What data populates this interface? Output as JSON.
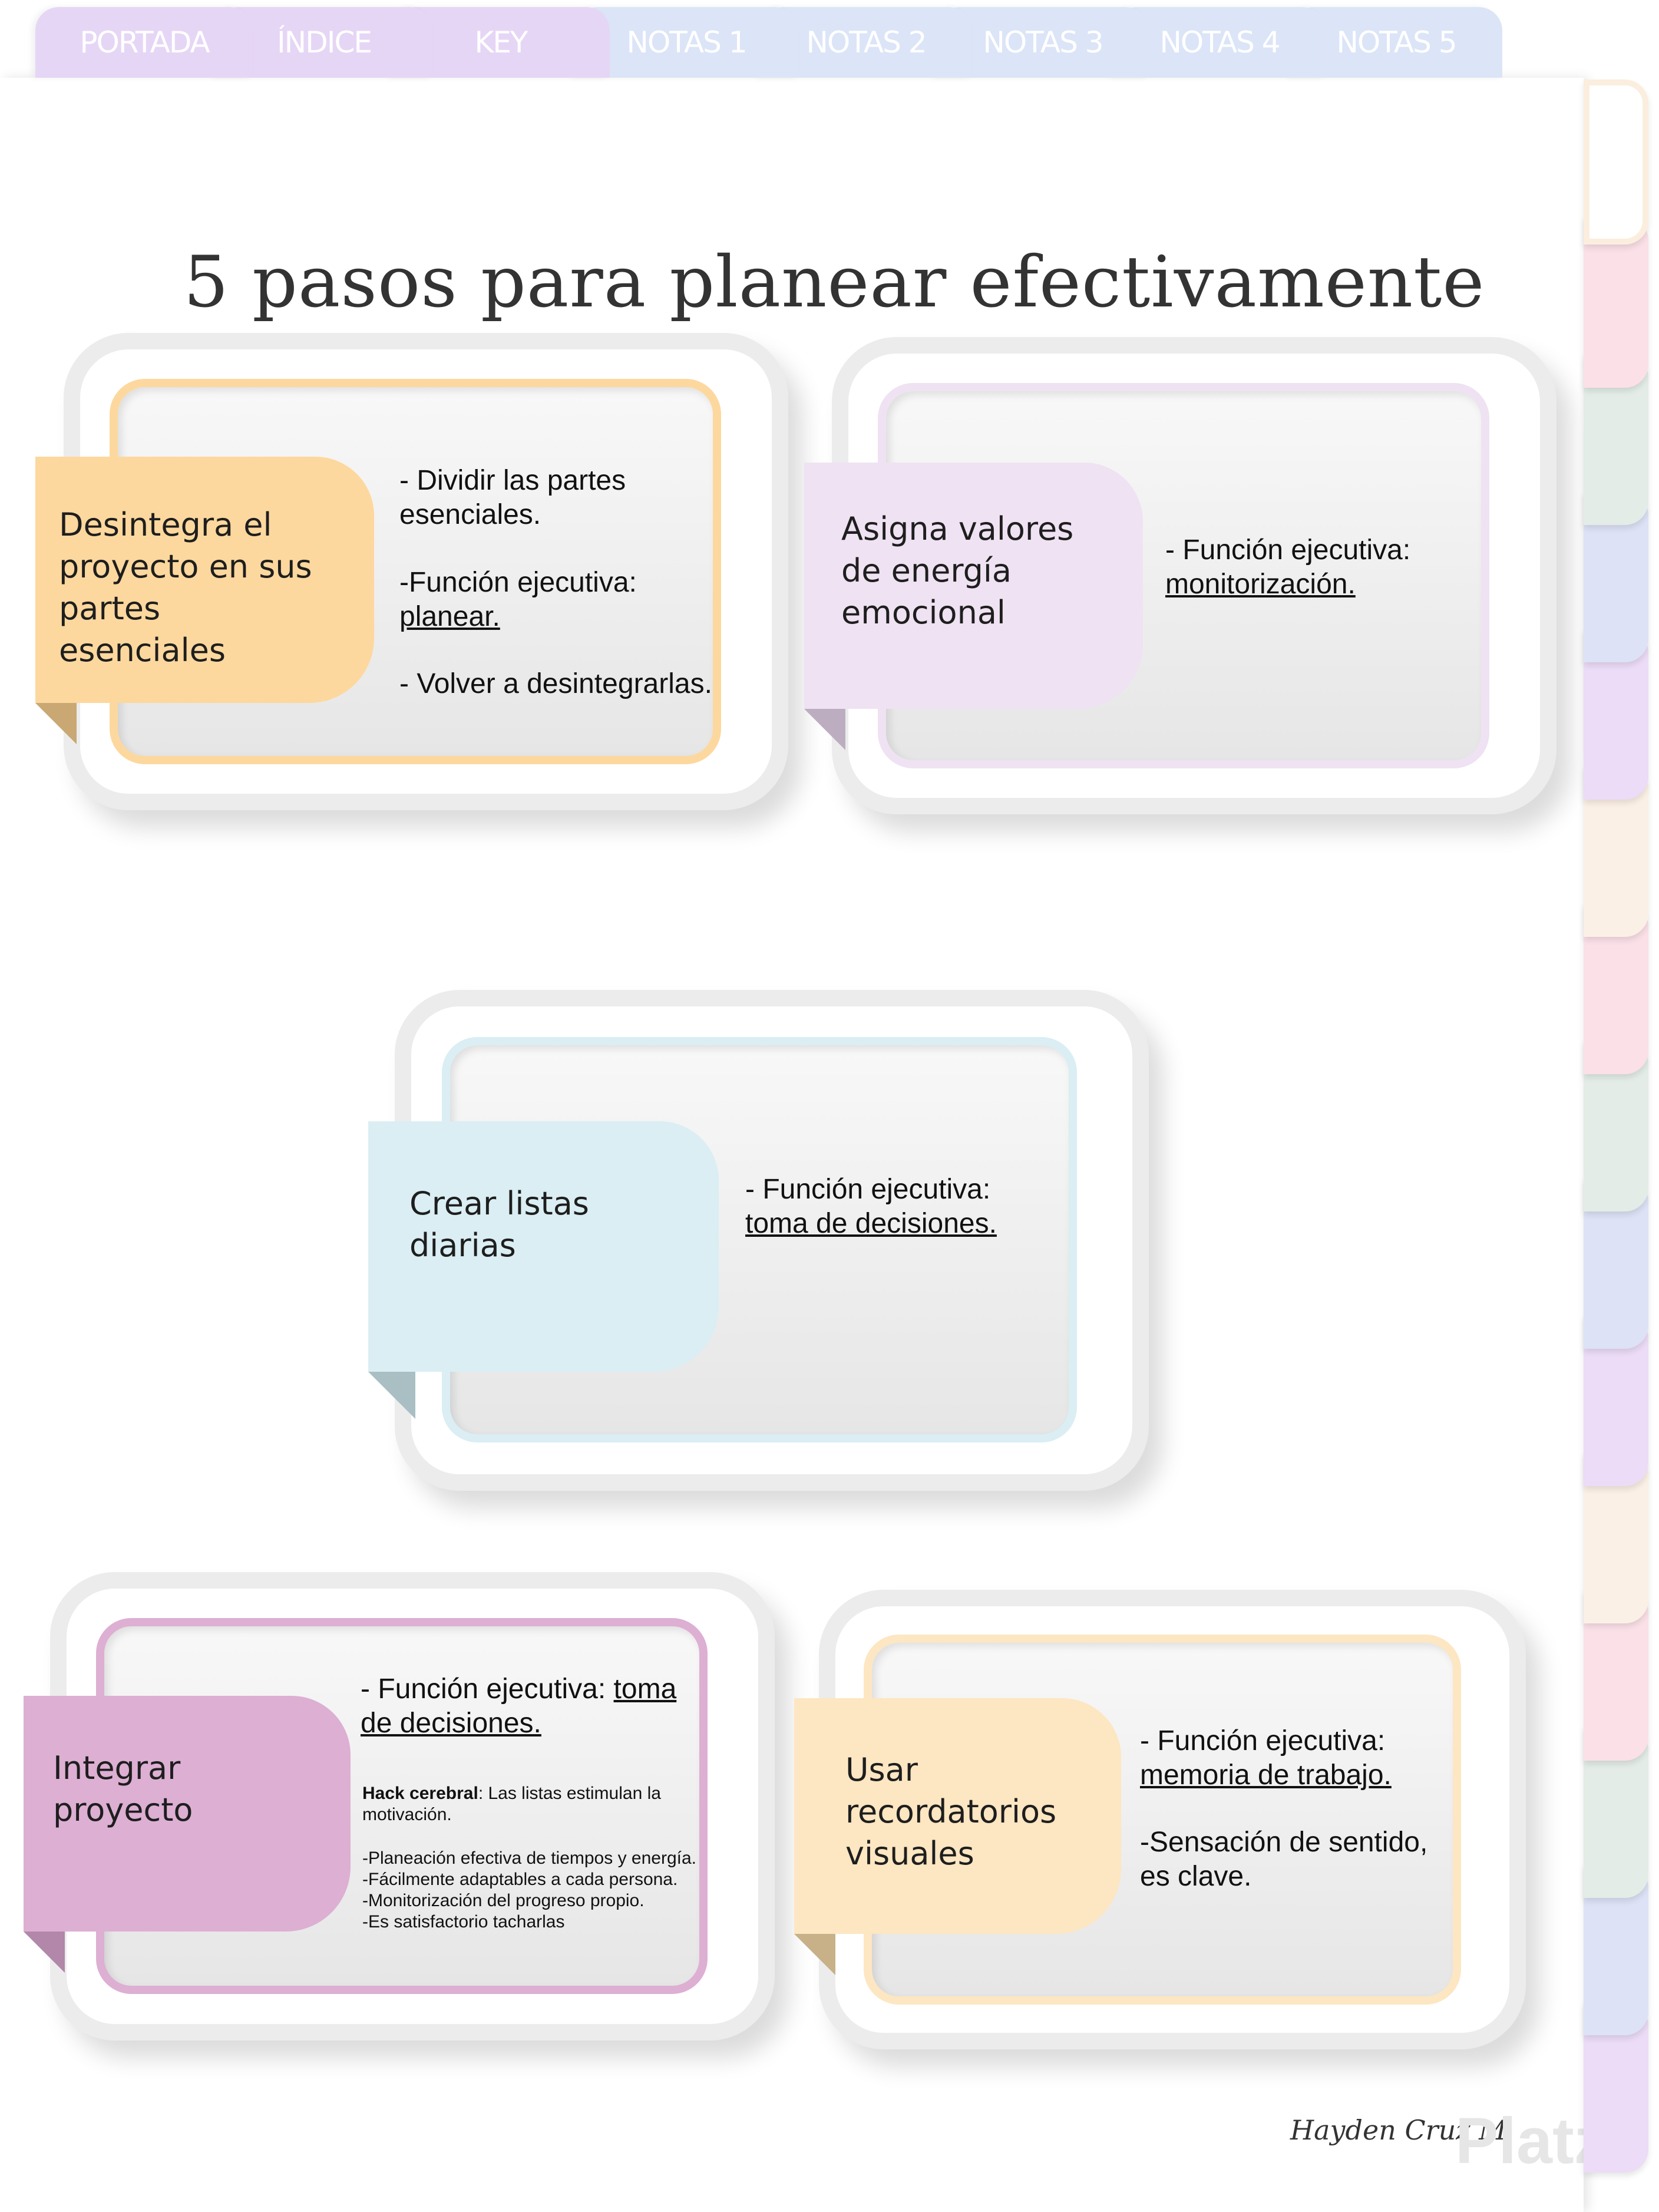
{
  "tabs": [
    {
      "label": "PORTADA",
      "color": "#e6d6f5"
    },
    {
      "label": "ÍNDICE",
      "color": "#e6d6f5"
    },
    {
      "label": "KEY",
      "color": "#e6d6f5"
    },
    {
      "label": "NOTAS 1",
      "color": "#dce5f7"
    },
    {
      "label": "NOTAS 2",
      "color": "#dce5f7"
    },
    {
      "label": "NOTAS 3",
      "color": "#dce5f7"
    },
    {
      "label": "NOTAS 4",
      "color": "#dce5f7"
    },
    {
      "label": "NOTAS 5",
      "color": "#dce5f7"
    }
  ],
  "side_tab_colors": [
    "#ffffff",
    "#fbe0e8",
    "#e3ece6",
    "#dde2f6",
    "#ecdcf7",
    "#fbf0e6",
    "#fbe0e8",
    "#e3ece6",
    "#dde2f6",
    "#ecdcf7",
    "#fbf0e6",
    "#fbe0e8",
    "#e3ece6",
    "#dde2f6",
    "#ecdcf7"
  ],
  "title": "5 pasos para planear efectivamente",
  "cards": {
    "c1": {
      "heading": "Desintegra el\nproyecto en sus\npartes\nesenciales",
      "line1": "- Dividir las partes\nesenciales.",
      "line2": "-Función ejecutiva:",
      "line2u": "planear.",
      "line3": "- Volver a desintegrarlas.",
      "accent": "#fdd89e"
    },
    "c2": {
      "heading": "Asigna valores\nde energía\nemocional",
      "line1": "- Función ejecutiva:",
      "line1u": "monitorización.",
      "accent": "#efe2f2"
    },
    "c3": {
      "heading": "Crear listas\ndiarias",
      "line1": "- Función ejecutiva:",
      "line1u": "toma de decisiones.",
      "accent": "#daeef3"
    },
    "c4": {
      "heading": "Integrar\nproyecto",
      "line1": "- Función ejecutiva: ",
      "line1u": "toma de decisiones.",
      "hack_bold": "Hack cerebral",
      "hack_rest": ": Las listas estimulan la motivación.",
      "list": "-Planeación efectiva de tiempos y energía.\n-Fácilmente adaptables a cada persona.\n-Monitorización del progreso propio.\n-Es satisfactorio tacharlas",
      "accent": "#ddafd3"
    },
    "c5": {
      "heading": "Usar\nrecordatorios\nvisuales",
      "line1": "- Función ejecutiva:",
      "line1u": "memoria de trabajo.",
      "line2": "-Sensación de sentido,\nes clave.",
      "accent": "#fde6c2"
    }
  },
  "signature": "Hayden Cruz M",
  "watermark": "Platzi"
}
